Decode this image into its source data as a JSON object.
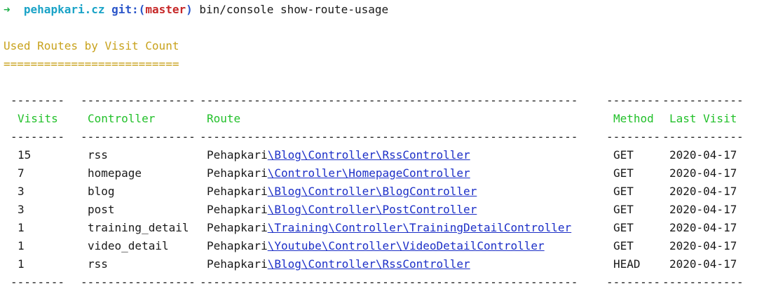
{
  "prompt": {
    "arrow": "➜",
    "directory": "pehapkari.cz",
    "git_label": "git:(",
    "branch": "master",
    "git_close": ")",
    "command": "bin/console show-route-usage"
  },
  "heading": {
    "title": "Used Routes by Visit Count",
    "underline": "=========================="
  },
  "table": {
    "dash_row": [
      "--------",
      "-----------------",
      "--------------------------------------------------------",
      "--------",
      "------------"
    ],
    "columns": [
      "Visits",
      "Controller",
      "Route",
      "Method",
      "Last Visit"
    ],
    "rows": [
      {
        "visits": "15",
        "controller": "rss",
        "route_prefix": "Pehapkari",
        "route_link": "\\Blog\\Controller\\RssController",
        "method": "GET",
        "last_visit": "2020-04-17"
      },
      {
        "visits": "7",
        "controller": "homepage",
        "route_prefix": "Pehapkari",
        "route_link": "\\Controller\\HomepageController",
        "method": "GET",
        "last_visit": "2020-04-17"
      },
      {
        "visits": "3",
        "controller": "blog",
        "route_prefix": "Pehapkari",
        "route_link": "\\Blog\\Controller\\BlogController",
        "method": "GET",
        "last_visit": "2020-04-17"
      },
      {
        "visits": "3",
        "controller": "post",
        "route_prefix": "Pehapkari",
        "route_link": "\\Blog\\Controller\\PostController",
        "method": "GET",
        "last_visit": "2020-04-17"
      },
      {
        "visits": "1",
        "controller": "training_detail",
        "route_prefix": "Pehapkari",
        "route_link": "\\Training\\Controller\\TrainingDetailController",
        "method": "GET",
        "last_visit": "2020-04-17"
      },
      {
        "visits": "1",
        "controller": "video_detail",
        "route_prefix": "Pehapkari",
        "route_link": "\\Youtube\\Controller\\VideoDetailController",
        "method": "GET",
        "last_visit": "2020-04-17"
      },
      {
        "visits": "1",
        "controller": "rss",
        "route_prefix": "Pehapkari",
        "route_link": "\\Blog\\Controller\\RssController",
        "method": "HEAD",
        "last_visit": "2020-04-17"
      }
    ]
  },
  "colors": {
    "prompt_arrow": "#22b14c",
    "directory": "#1aa3c7",
    "git": "#2a55c9",
    "branch": "#c62828",
    "heading": "#c8a21c",
    "column_header": "#22c02a",
    "link": "#1c2fc7"
  }
}
